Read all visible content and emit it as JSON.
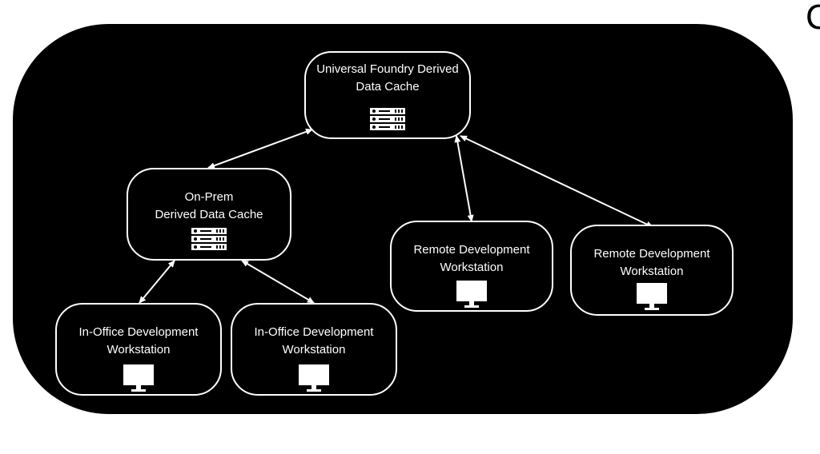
{
  "colors": {
    "canvas": "#000000",
    "page": "#ffffff",
    "stroke": "#ffffff",
    "text": "#ffffff"
  },
  "edge_glyph": "C",
  "nodes": {
    "universal_cache": {
      "label": "Universal Foundry Derived\nData Cache",
      "icon": "server-rack-icon"
    },
    "onprem_cache": {
      "label": "On-Prem\nDerived Data Cache",
      "icon": "server-rack-icon"
    },
    "remote_ws_1": {
      "label": "Remote Development\nWorkstation",
      "icon": "monitor-icon"
    },
    "remote_ws_2": {
      "label": "Remote Development\nWorkstation",
      "icon": "monitor-icon"
    },
    "office_ws_1": {
      "label": "In-Office Development\nWorkstation",
      "icon": "monitor-icon"
    },
    "office_ws_2": {
      "label": "In-Office Development\nWorkstation",
      "icon": "monitor-icon"
    }
  },
  "edges": [
    {
      "from": "universal_cache",
      "to": "onprem_cache",
      "bidirectional": true
    },
    {
      "from": "universal_cache",
      "to": "remote_ws_1",
      "bidirectional": true
    },
    {
      "from": "universal_cache",
      "to": "remote_ws_2",
      "bidirectional": true
    },
    {
      "from": "onprem_cache",
      "to": "office_ws_1",
      "bidirectional": true
    },
    {
      "from": "onprem_cache",
      "to": "office_ws_2",
      "bidirectional": true
    }
  ]
}
